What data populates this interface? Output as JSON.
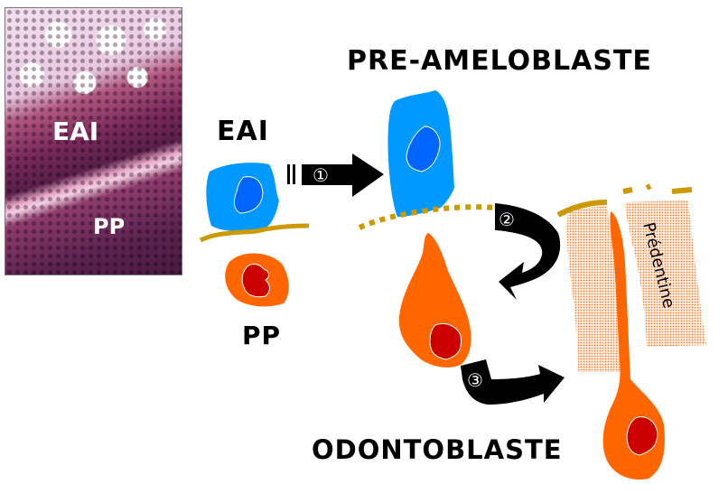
{
  "photo": {
    "labels": {
      "eai": "EAI",
      "pp": "PP"
    }
  },
  "labels": {
    "eai": "EAI",
    "pp": "PP",
    "pre_ameloblaste": "PRE-AMELOBLASTE",
    "odontoblaste": "ODONTOBLASTE",
    "predentine": "Prédentine"
  },
  "steps": [
    {
      "number": "①",
      "label": "1"
    },
    {
      "number": "②",
      "label": "2"
    },
    {
      "number": "③",
      "label": "3"
    }
  ],
  "colors": {
    "epithelial_cell": "#0099ff",
    "epithelial_nucleus": "#0066ff",
    "pulp_cell": "#ff6600",
    "pulp_nucleus": "#cc0000",
    "basement_membrane": "#cc9900",
    "predentine_dots": "#ff6600",
    "arrow": "#000000"
  }
}
